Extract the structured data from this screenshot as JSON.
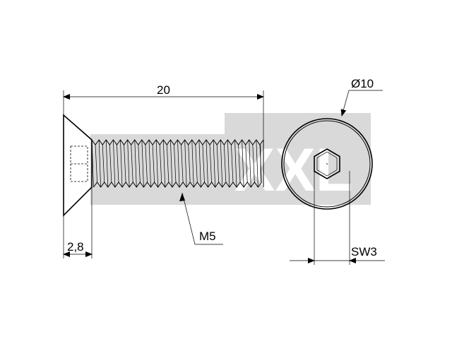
{
  "dimensions": {
    "length": "20",
    "head_diameter": "Ø10",
    "head_height": "2,8",
    "thread": "M5",
    "socket_size": "SW3"
  },
  "watermark": {
    "text": "XXL",
    "band_color": "#d9d9d9"
  },
  "thread": {
    "pitch_count": 24
  }
}
